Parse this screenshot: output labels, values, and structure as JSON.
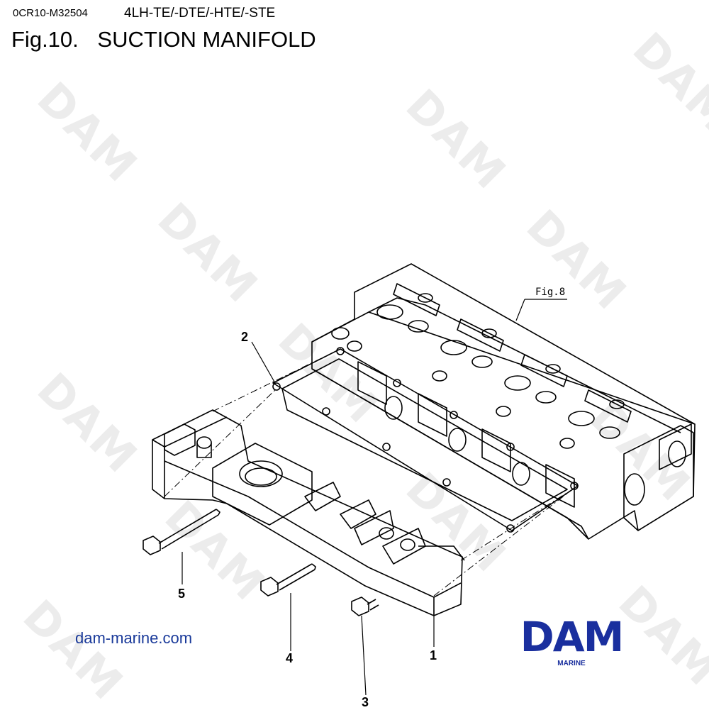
{
  "header": {
    "doc_code": "0CR10-M32504",
    "models": "4LH-TE/-DTE/-HTE/-STE",
    "fig_number": "Fig.10.",
    "fig_title": "SUCTION MANIFOLD"
  },
  "diagram": {
    "reference_label": "Fig.8",
    "callouts": {
      "c1": "1",
      "c2": "2",
      "c3": "3",
      "c4": "4",
      "c5": "5"
    }
  },
  "footer": {
    "website": "dam-marine.com",
    "logo_text": "DAM",
    "logo_subtext": "MARINE"
  },
  "watermark": {
    "text": "DAM"
  },
  "colors": {
    "brand": "#1a2f9e",
    "link": "#1a3a9a",
    "watermark": "#ececec"
  }
}
